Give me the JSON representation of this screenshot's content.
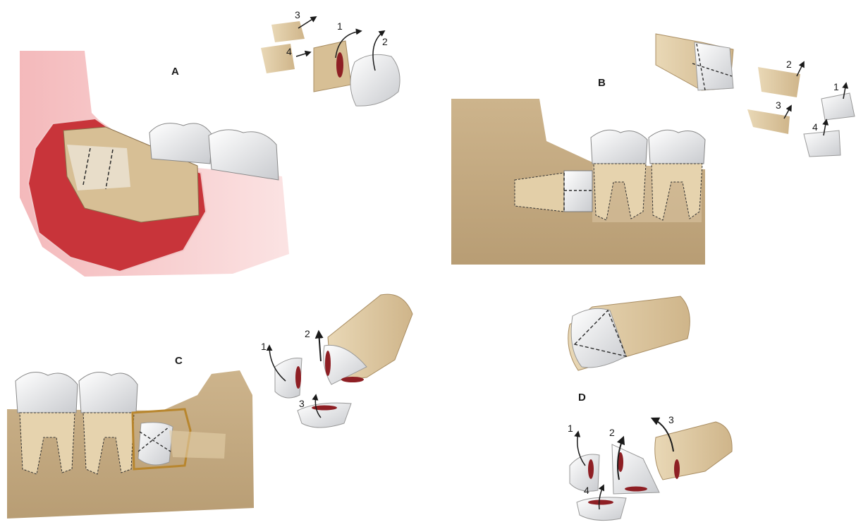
{
  "panels": [
    {
      "id": "A",
      "label": "A",
      "steps": [
        "1",
        "2",
        "3",
        "4"
      ]
    },
    {
      "id": "B",
      "label": "B",
      "steps": [
        "1",
        "2",
        "3",
        "4"
      ]
    },
    {
      "id": "C",
      "label": "C",
      "steps": [
        "1",
        "2",
        "3"
      ]
    },
    {
      "id": "D",
      "label": "D",
      "steps": [
        "1",
        "2",
        "3",
        "4"
      ]
    }
  ],
  "colors": {
    "gum": "#e9a1a4",
    "gum_dark": "#c8343a",
    "bone": "#d9c3a0",
    "root": "#e3cfa8",
    "enamel": "#e6e7ea",
    "cut": "#8e1f24",
    "outline": "#3a3a3a"
  }
}
